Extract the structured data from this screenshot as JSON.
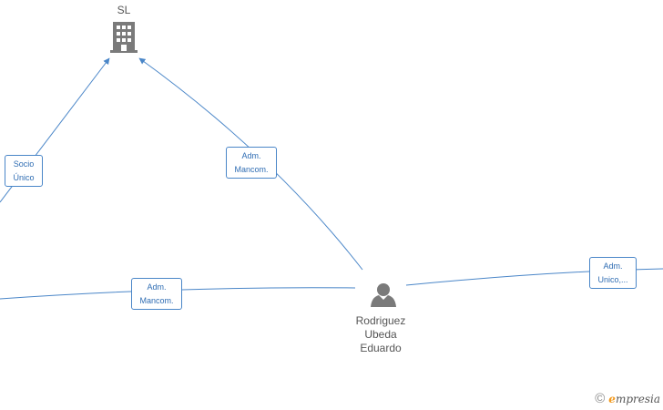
{
  "nodes": {
    "company": {
      "label": "SL",
      "icon": "building-icon"
    },
    "person": {
      "name_lines": [
        "Rodriguez",
        "Ubeda",
        "Eduardo"
      ],
      "icon": "person-icon"
    }
  },
  "edges": [
    {
      "id": "socio-unico",
      "lines": [
        "Socio",
        "Único"
      ]
    },
    {
      "id": "adm-mancom-top",
      "lines": [
        "Adm.",
        "Mancom."
      ]
    },
    {
      "id": "adm-mancom-bottom",
      "lines": [
        "Adm.",
        "Mancom."
      ]
    },
    {
      "id": "adm-unico",
      "lines": [
        "Adm.",
        "Unico,..."
      ]
    }
  ],
  "colors": {
    "edge": "#4a86c8",
    "label_text": "#2f6db3",
    "icon": "#7a7a7a",
    "node_text": "#555555"
  },
  "watermark": {
    "symbol": "©",
    "brand_initial": "e",
    "brand_rest": "mpresia"
  }
}
